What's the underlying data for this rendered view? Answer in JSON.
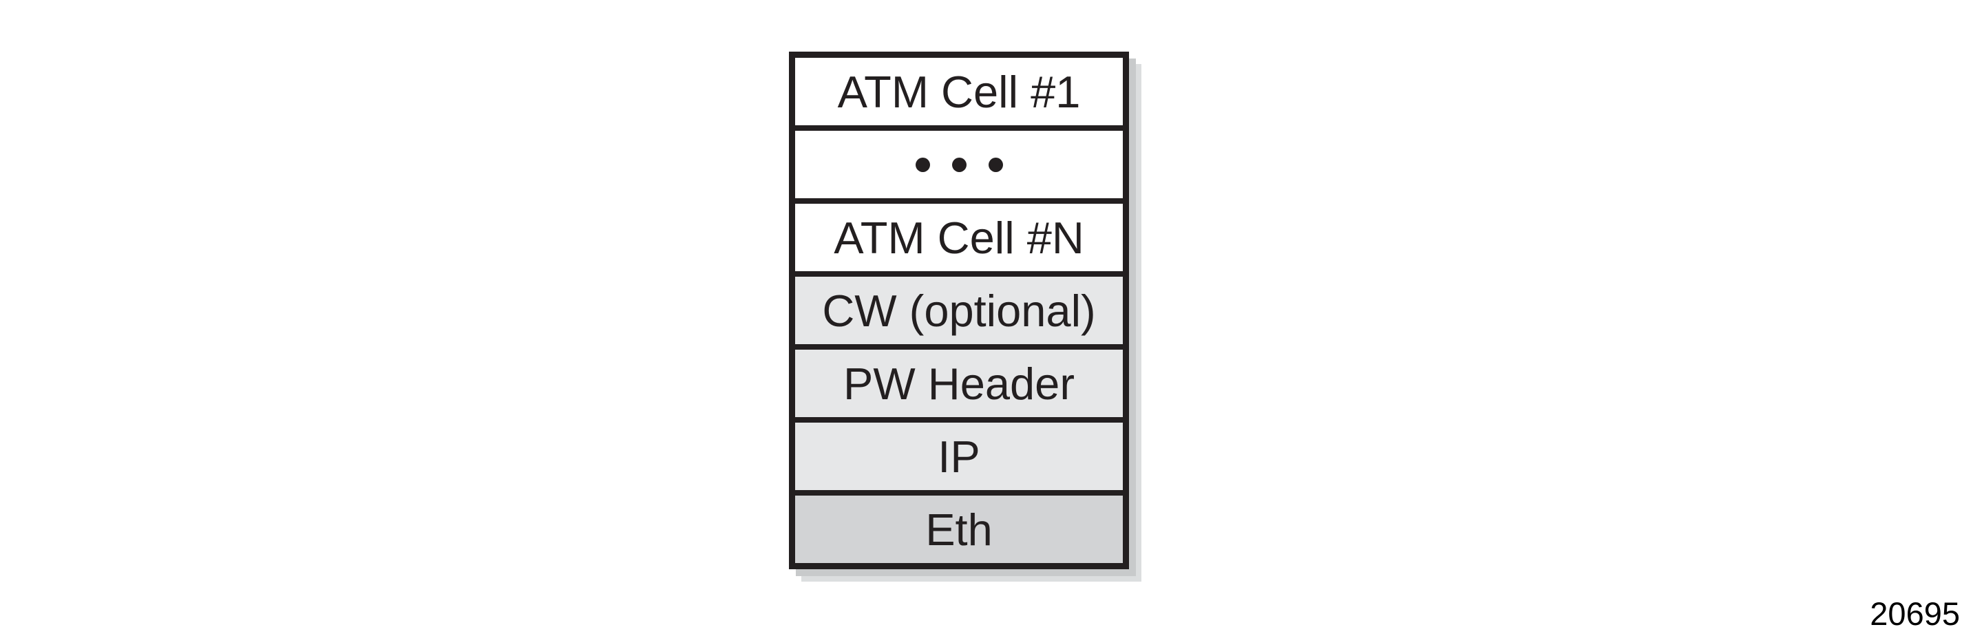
{
  "figure": {
    "number": "20695"
  },
  "stack": {
    "border_color": "#231f20",
    "text_color": "#231f20",
    "shadow_inner_color": "#c8cacb",
    "shadow_outer_color": "#dcdedf",
    "rows": [
      {
        "id": "atm-cell-1",
        "type": "label",
        "label": "ATM Cell #1",
        "fill": "#ffffff"
      },
      {
        "id": "ellipsis",
        "type": "dots",
        "label": "• • •",
        "fill": "#ffffff"
      },
      {
        "id": "atm-cell-n",
        "type": "label",
        "label": "ATM Cell #N",
        "fill": "#ffffff"
      },
      {
        "id": "cw-optional",
        "type": "label",
        "label": "CW (optional)",
        "fill": "#e6e7e8"
      },
      {
        "id": "pw-header",
        "type": "label",
        "label": "PW Header",
        "fill": "#e6e7e8"
      },
      {
        "id": "ip",
        "type": "label",
        "label": "IP",
        "fill": "#e6e7e8"
      },
      {
        "id": "eth",
        "type": "label",
        "label": "Eth",
        "fill": "#d2d3d5"
      }
    ]
  }
}
